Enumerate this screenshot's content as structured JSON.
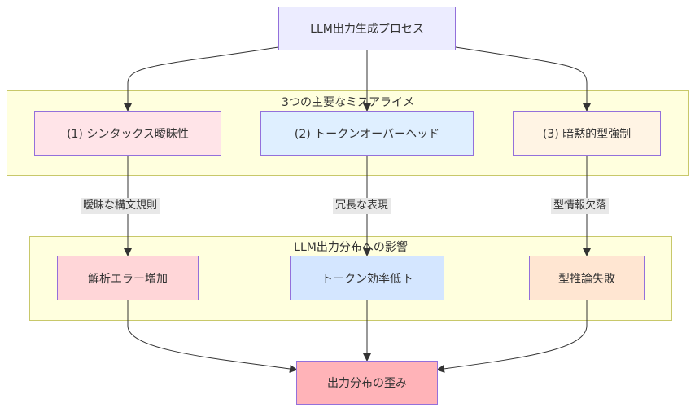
{
  "top": {
    "label": "LLM出力生成プロセス",
    "fill": "#ececff"
  },
  "cluster1": {
    "title": "3つの主要なミスアライメ",
    "nodes": [
      {
        "label": "(1) シンタックス曖昧性",
        "fill": "#ffe4e8"
      },
      {
        "label": "(2) トークンオーバーヘッド",
        "fill": "#dfefff"
      },
      {
        "label": "(3) 暗黙的型強制",
        "fill": "#fff4e4"
      }
    ]
  },
  "edge_labels": [
    "曖昧な構文規則",
    "冗長な表現",
    "型情報欠落"
  ],
  "cluster2": {
    "title": "LLM出力分布への影響",
    "nodes": [
      {
        "label": "解析エラー増加",
        "fill": "#ffd6d8"
      },
      {
        "label": "トークン効率低下",
        "fill": "#d4e6ff"
      },
      {
        "label": "型推論失敗",
        "fill": "#ffe6d2"
      }
    ]
  },
  "bottom": {
    "label": "出力分布の歪み",
    "fill": "#ffb3b8"
  }
}
